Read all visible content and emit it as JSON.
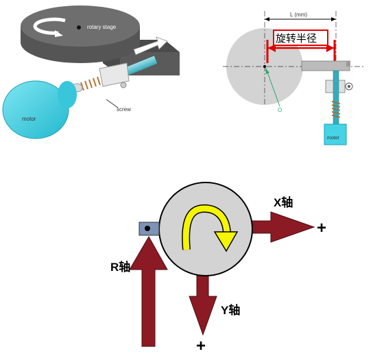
{
  "left_figure": {
    "stage_label": "rotary stage",
    "motor_label": "motor",
    "screw_label": "screw"
  },
  "right_figure": {
    "dimension_label": "L (mm)",
    "radius_label": "旋转半径",
    "origin_label": "O",
    "motor_label": "motor"
  },
  "bottom_figure": {
    "x_axis_label": "X轴",
    "y_axis_label": "Y轴",
    "r_axis_label": "R轴",
    "x_plus": "+",
    "y_plus": "+"
  },
  "colors": {
    "arrow": "#8b1a24",
    "disk": "#d3d3d3",
    "rotation_arrow": "#f5f500",
    "motor": "#45d3e6",
    "radius_box": "#e00000"
  }
}
